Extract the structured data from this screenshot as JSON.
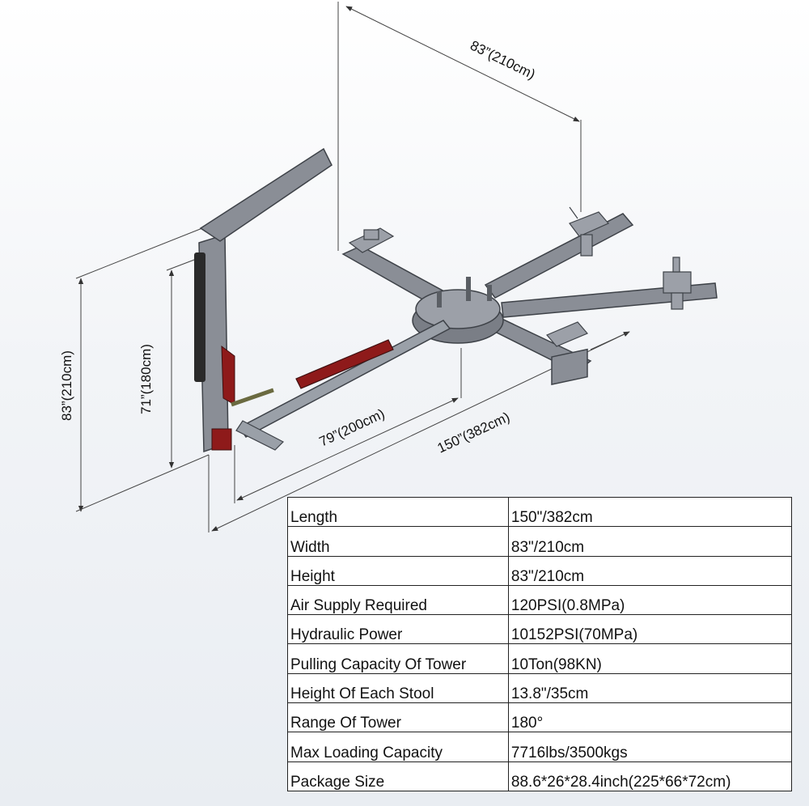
{
  "dimensions": {
    "width_top": "83”(210cm)",
    "height_outer": "83”(210cm)",
    "height_tower": "71”(180cm)",
    "base_length": "79”(200cm)",
    "total_length": "150”(382cm)"
  },
  "colors": {
    "frame": "#8a8e96",
    "frame_dark": "#4e5258",
    "accent_red": "#8e1a1a",
    "chain": "#2a2a2a",
    "dimension_line": "#444444"
  },
  "specs": [
    {
      "label": "Length",
      "value": "150\"/382cm"
    },
    {
      "label": "Width",
      "value": "83\"/210cm"
    },
    {
      "label": "Height",
      "value": "83\"/210cm"
    },
    {
      "label": "Air Supply Required",
      "value": "120PSI(0.8MPa)"
    },
    {
      "label": "Hydraulic Power",
      "value": "10152PSI(70MPa)"
    },
    {
      "label": "Pulling Capacity Of Tower",
      "value": "10Ton(98KN)"
    },
    {
      "label": "Height Of Each Stool",
      "value": "13.8\"/35cm"
    },
    {
      "label": "Range Of Tower",
      "value": "180°"
    },
    {
      "label": "Max Loading Capacity",
      "value": "7716lbs/3500kgs"
    },
    {
      "label": "Package Size",
      "value": "88.6*26*28.4inch(225*66*72cm)"
    }
  ]
}
